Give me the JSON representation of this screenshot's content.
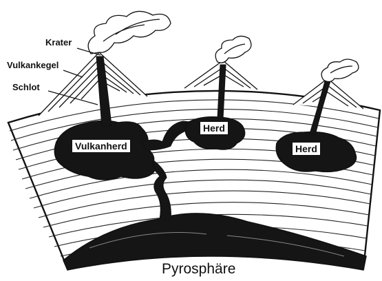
{
  "labels": {
    "krater": "Krater",
    "vulkankegel": "Vulkankegel",
    "schlot": "Schlot",
    "vulkanherd": "Vulkanherd",
    "herd_middle": "Herd",
    "herd_right": "Herd",
    "pyrosphaere": "Pyrosphäre"
  },
  "colors": {
    "ink": "#111111",
    "paper": "#ffffff"
  },
  "icons": [
    "smoke-plume",
    "volcano-cone",
    "magma-chamber",
    "crust-strata"
  ]
}
